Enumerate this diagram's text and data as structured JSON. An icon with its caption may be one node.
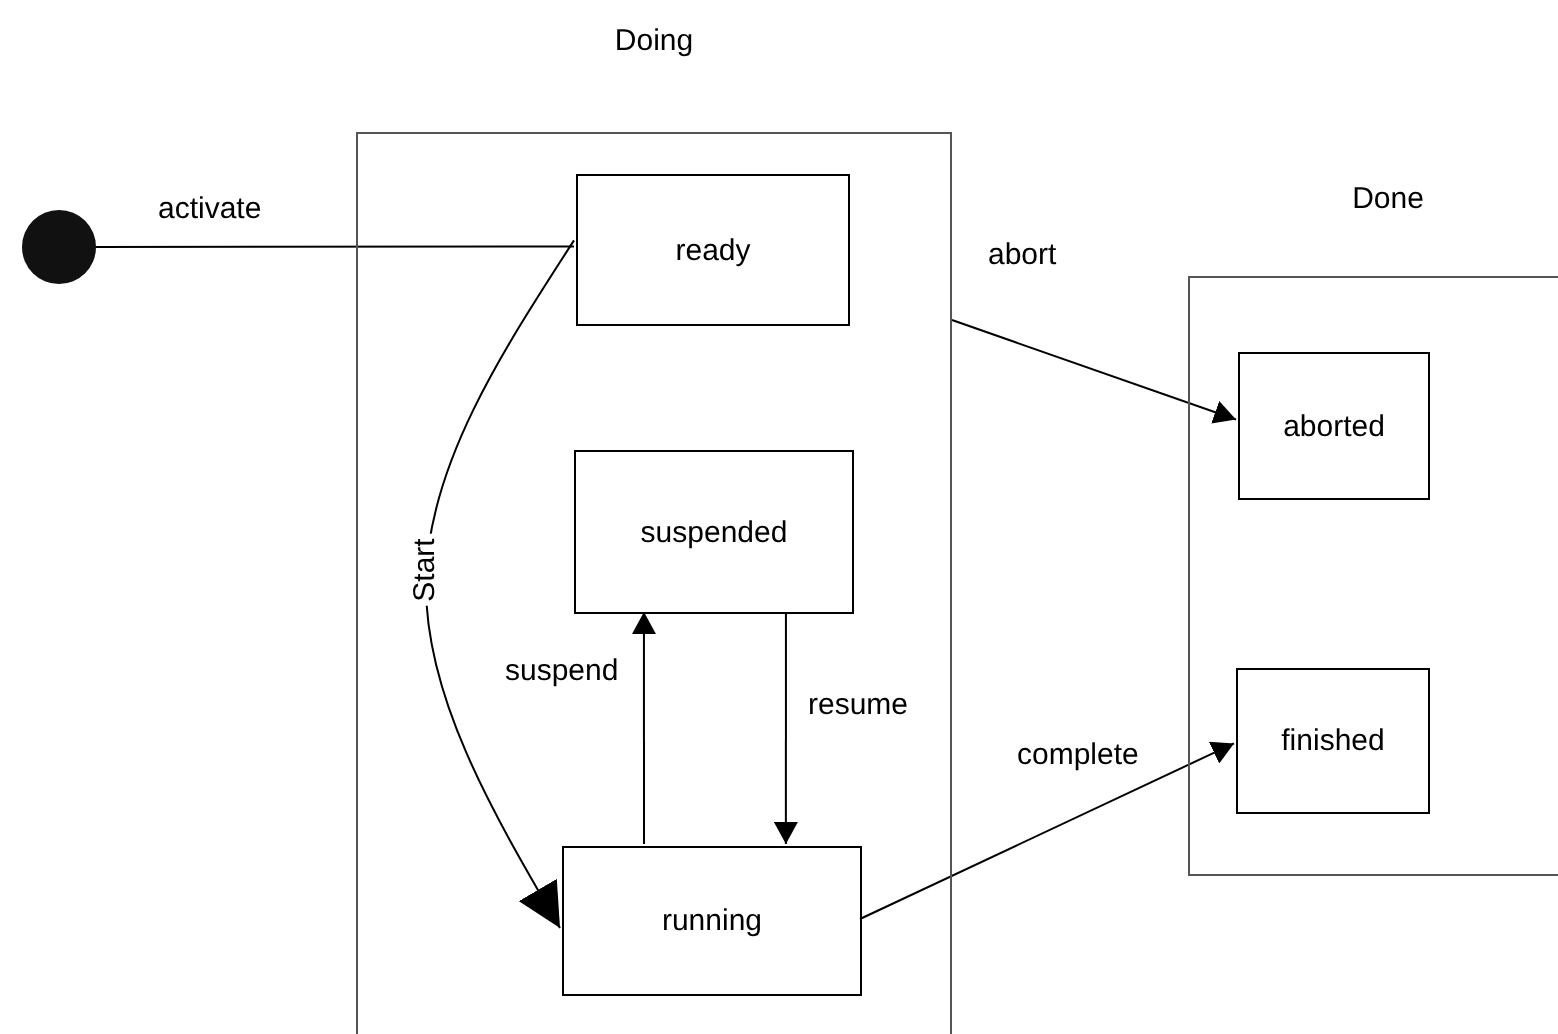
{
  "diagram": {
    "nodes": [
      {
        "text": [],
        "shape": "circle"
      },
      {
        "text": [
          "Doing"
        ]
      },
      {
        "text": [
          "ready"
        ],
        "in": 1
      },
      {
        "text": [
          "suspended"
        ],
        "in": 1
      },
      {
        "text": [
          "running"
        ],
        "in": 1
      },
      {
        "text": [
          "Done"
        ]
      },
      {
        "text": [
          "aborted"
        ],
        "in": 5
      },
      {
        "text": [
          "finished"
        ],
        "in": 5
      }
    ],
    "edges": [
      {
        "from": 0,
        "to": 2,
        "arrow": "none",
        "label": "activate"
      },
      {
        "from": 2,
        "to": 4,
        "arrow": "to",
        "label": "Start"
      },
      {
        "from": 4,
        "to": 3,
        "arrow": "to",
        "label": "suspend"
      },
      {
        "from": 3,
        "to": 4,
        "arrow": "to",
        "label": "resume"
      },
      {
        "from": 1,
        "to": 6,
        "arrow": "to",
        "label": "abort"
      },
      {
        "from": 4,
        "to": 7,
        "arrow": "to",
        "label": "complete"
      }
    ]
  }
}
